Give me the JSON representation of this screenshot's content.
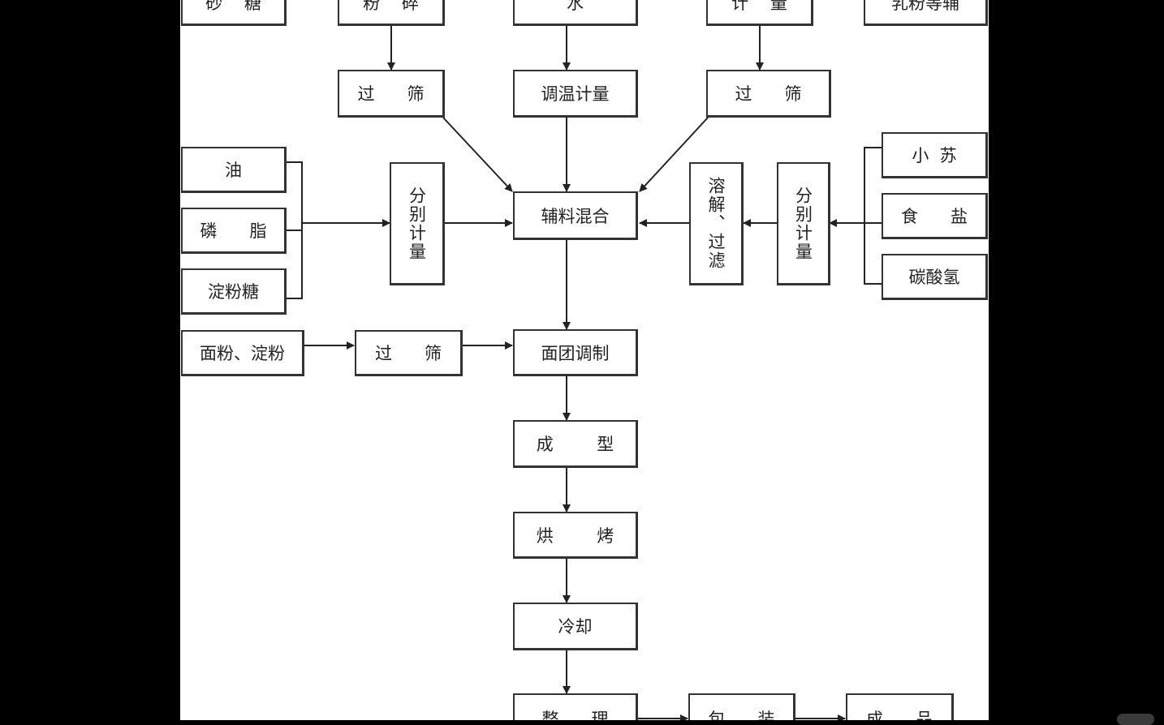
{
  "diagram": {
    "nodes": {
      "sugar": "砂    糖",
      "crush": "粉    碎",
      "water": "水",
      "measure_top": "计    量",
      "milk": "乳粉等辅",
      "sieve1": "过      筛",
      "temper": "调温计量",
      "sieve2": "过      筛",
      "oil": "油",
      "lecithin": "磷      脂",
      "starch_syrup": "淀粉糖",
      "measure_left": "分别计量",
      "mix": "辅料混合",
      "dissolve": "溶解、过滤",
      "measure_right": "分别计量",
      "soda": "小  苏",
      "salt": "食      盐",
      "bicarb": "碳酸氢",
      "flour": "面粉、淀粉",
      "sieve3": "过      筛",
      "dough": "面团调制",
      "forming": "成        型",
      "baking": "烘        烤",
      "cooling": "冷却",
      "finishing": "整      理",
      "packing": "包      装",
      "product": "成      品"
    }
  }
}
